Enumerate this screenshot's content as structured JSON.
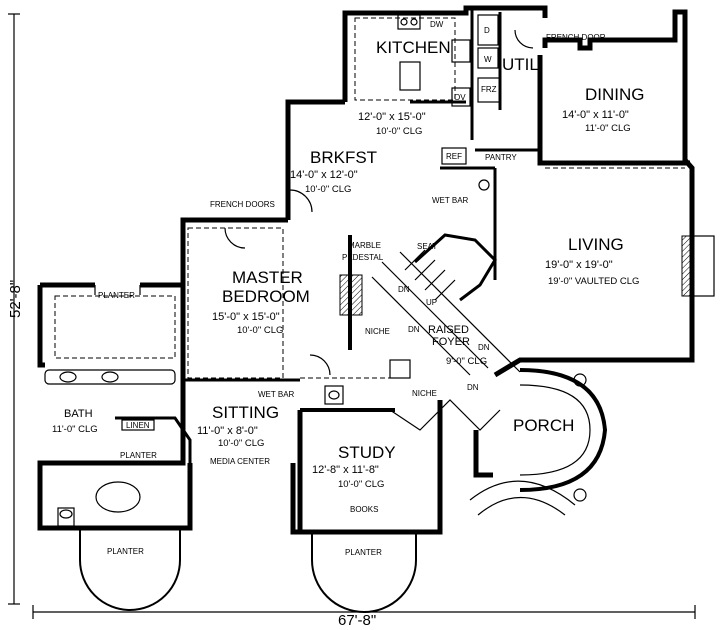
{
  "overall": {
    "width": "67'-8\"",
    "depth": "52'-8\""
  },
  "rooms": {
    "kitchen": {
      "name": "KITCHEN",
      "dims": "12'-0\" x 15'-0\"",
      "clg": "10'-0\" CLG"
    },
    "util": {
      "name": "UTIL"
    },
    "dining": {
      "name": "DINING",
      "dims": "14'-0\" x 11'-0\"",
      "clg": "11'-0\" CLG"
    },
    "brkfst": {
      "name": "BRKFST",
      "dims": "14'-0\" x 12'-0\"",
      "clg": "10'-0\" CLG"
    },
    "master": {
      "name1": "MASTER",
      "name2": "BEDROOM",
      "dims": "15'-0\" x 15'-0\"",
      "clg": "10'-0\" CLG"
    },
    "living": {
      "name": "LIVING",
      "dims": "19'-0\" x 19'-0\"",
      "clg": "19'-0\" VAULTED CLG"
    },
    "foyer": {
      "name1": "RAISED",
      "name2": "FOYER",
      "clg": "9'-0\" CLG"
    },
    "sitting": {
      "name": "SITTING",
      "dims": "11'-0\" x 8'-0\"",
      "clg": "10'-0\" CLG"
    },
    "bath": {
      "name": "BATH",
      "clg": "11'-0\" CLG"
    },
    "study": {
      "name": "STUDY",
      "dims": "12'-8\" x 11'-8\"",
      "clg": "10'-0\" CLG"
    },
    "porch": {
      "name": "PORCH"
    }
  },
  "labels": {
    "french_door": "FRENCH DOOR",
    "french_doors": "FRENCH DOORS",
    "wet_bar": "WET BAR",
    "wet_bar_2": "WET BAR",
    "pantry": "PANTRY",
    "ref": "REF",
    "frz": "FRZ",
    "ov": "OV",
    "dw": "DW",
    "d": "D",
    "w": "W",
    "seat": "SEAT",
    "marble1": "MARBLE",
    "marble2": "PEDESTAL",
    "niche": "NICHE",
    "niche2": "NICHE",
    "dn": "DN",
    "up": "UP",
    "linen": "LINEN",
    "planter": "PLANTER",
    "media_center": "MEDIA CENTER",
    "books": "BOOKS"
  }
}
